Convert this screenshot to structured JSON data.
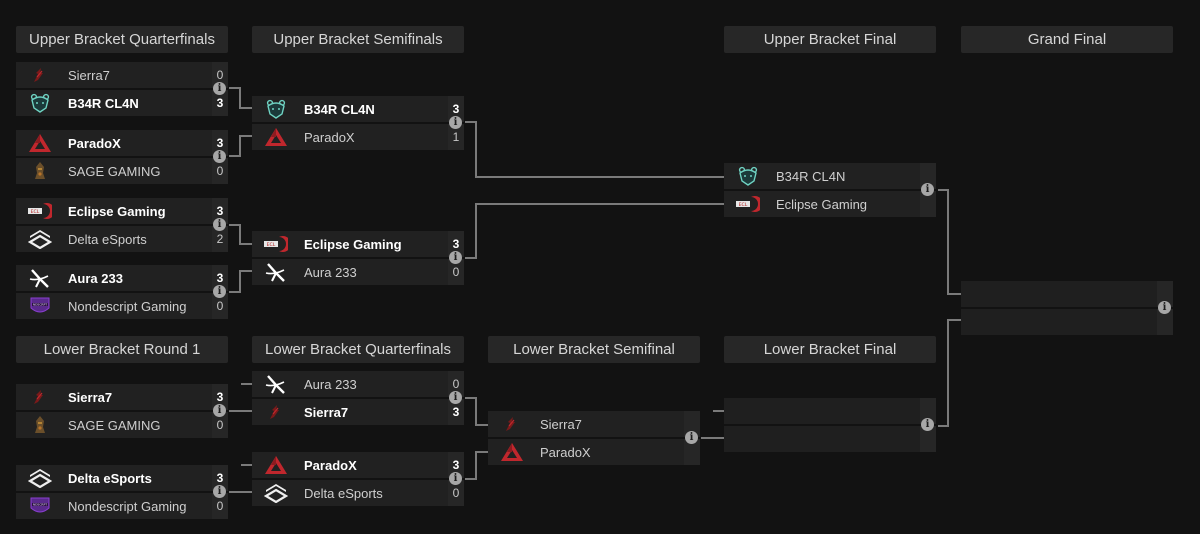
{
  "colors": {
    "background": "#121212",
    "header": "#272727",
    "row": "#212121",
    "connector": "#7a7a7a",
    "accent_red": "#c0272d",
    "accent_teal": "#6fd3c3",
    "accent_purple": "#8a3fd1"
  },
  "headers": {
    "ubqf": "Upper Bracket Quarterfinals",
    "ubsf": "Upper Bracket Semifinals",
    "ubf": "Upper Bracket Final",
    "gf": "Grand Final",
    "lbr1": "Lower Bracket Round 1",
    "lbqf": "Lower Bracket Quarterfinals",
    "lbsf": "Lower Bracket Semifinal",
    "lbf": "Lower Bracket Final"
  },
  "info_glyph": "i",
  "matches": [
    {
      "teams": [
        {
          "name": "Sierra7",
          "score": "0",
          "win": false,
          "logo": "sierra-logo"
        },
        {
          "name": "B34R CL4N",
          "score": "3",
          "win": true,
          "logo": "bear-logo"
        }
      ]
    },
    {
      "teams": [
        {
          "name": "ParadoX",
          "score": "3",
          "win": true,
          "logo": "paradox-logo"
        },
        {
          "name": "SAGE GAMING",
          "score": "0",
          "win": false,
          "logo": "sage-logo"
        }
      ]
    },
    {
      "teams": [
        {
          "name": "Eclipse Gaming",
          "score": "3",
          "win": true,
          "logo": "eclipse-logo"
        },
        {
          "name": "Delta eSports",
          "score": "2",
          "win": false,
          "logo": "delta-logo"
        }
      ]
    },
    {
      "teams": [
        {
          "name": "Aura 233",
          "score": "3",
          "win": true,
          "logo": "aura-logo"
        },
        {
          "name": "Nondescript Gaming",
          "score": "0",
          "win": false,
          "logo": "nondescript-logo"
        }
      ]
    },
    {
      "teams": [
        {
          "name": "B34R CL4N",
          "score": "3",
          "win": true,
          "logo": "bear-logo"
        },
        {
          "name": "ParadoX",
          "score": "1",
          "win": false,
          "logo": "paradox-logo"
        }
      ]
    },
    {
      "teams": [
        {
          "name": "Eclipse Gaming",
          "score": "3",
          "win": true,
          "logo": "eclipse-logo"
        },
        {
          "name": "Aura 233",
          "score": "0",
          "win": false,
          "logo": "aura-logo"
        }
      ]
    },
    {
      "teams": [
        {
          "name": "B34R CL4N",
          "score": "",
          "win": false,
          "logo": "bear-logo"
        },
        {
          "name": "Eclipse Gaming",
          "score": "",
          "win": false,
          "logo": "eclipse-logo"
        }
      ]
    },
    {
      "teams": [
        {
          "name": "",
          "score": "",
          "win": false,
          "logo": ""
        },
        {
          "name": "",
          "score": "",
          "win": false,
          "logo": ""
        }
      ]
    },
    {
      "teams": [
        {
          "name": "Sierra7",
          "score": "3",
          "win": true,
          "logo": "sierra-logo"
        },
        {
          "name": "SAGE GAMING",
          "score": "0",
          "win": false,
          "logo": "sage-logo"
        }
      ]
    },
    {
      "teams": [
        {
          "name": "Delta eSports",
          "score": "3",
          "win": true,
          "logo": "delta-logo"
        },
        {
          "name": "Nondescript Gaming",
          "score": "0",
          "win": false,
          "logo": "nondescript-logo"
        }
      ]
    },
    {
      "teams": [
        {
          "name": "Aura 233",
          "score": "0",
          "win": false,
          "logo": "aura-logo"
        },
        {
          "name": "Sierra7",
          "score": "3",
          "win": true,
          "logo": "sierra-logo"
        }
      ]
    },
    {
      "teams": [
        {
          "name": "ParadoX",
          "score": "3",
          "win": true,
          "logo": "paradox-logo"
        },
        {
          "name": "Delta eSports",
          "score": "0",
          "win": false,
          "logo": "delta-logo"
        }
      ]
    },
    {
      "teams": [
        {
          "name": "Sierra7",
          "score": "",
          "win": false,
          "logo": "sierra-logo"
        },
        {
          "name": "ParadoX",
          "score": "",
          "win": false,
          "logo": "paradox-logo"
        }
      ]
    },
    {
      "teams": [
        {
          "name": "",
          "score": "",
          "win": false,
          "logo": ""
        },
        {
          "name": "",
          "score": "",
          "win": false,
          "logo": ""
        }
      ]
    }
  ]
}
